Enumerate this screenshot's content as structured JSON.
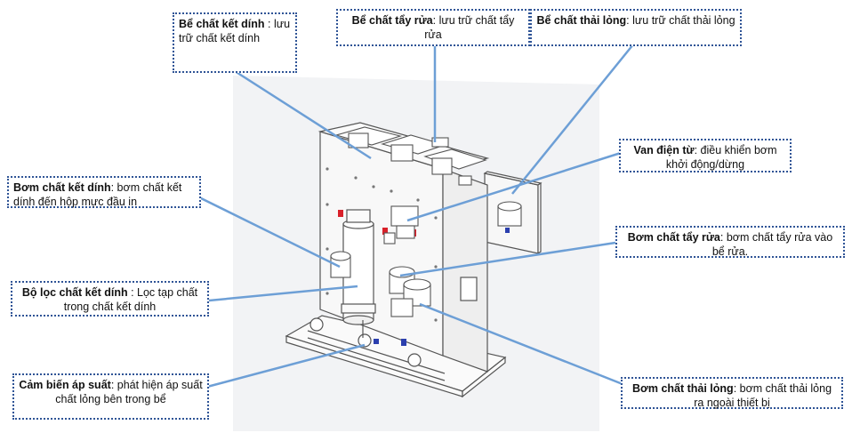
{
  "callouts": [
    {
      "id": "adhesive-tank",
      "term": "Bể chất kết dính",
      "desc": " : lưu trữ chất kết dính"
    },
    {
      "id": "cleaner-tank",
      "term": "Bể chất tẩy rửa",
      "desc": ": lưu trữ chất tẩy rửa"
    },
    {
      "id": "waste-tank",
      "term": "Bể chất thải lỏng",
      "desc": ": lưu trữ chất thải lỏng"
    },
    {
      "id": "solenoid-valve",
      "term": "Van điện từ",
      "desc": ": điều khiển bơm khởi động/dừng"
    },
    {
      "id": "adhesive-pump",
      "term": "Bơm chất kết dính",
      "desc": ": bơm chất kết dính đến hộp mực đầu in"
    },
    {
      "id": "cleaner-pump",
      "term": "Bơm chất tẩy rửa",
      "desc": ": bơm chất tẩy rửa vào bể rửa."
    },
    {
      "id": "adhesive-filter",
      "term": "Bộ lọc chất kết dính",
      "desc": " : Lọc tạp chất trong chất kết dính"
    },
    {
      "id": "waste-pump",
      "term": "Bơm chất thải lỏng",
      "desc": ": bơm chất thải lỏng ra ngoài thiết bị"
    },
    {
      "id": "pressure-sensor",
      "term": "Cảm biến áp suất",
      "desc": ": phát hiện áp suất chất lỏng bên trong bể"
    }
  ],
  "colors": {
    "leader": "#6d9fd6",
    "border": "#2f5496",
    "machine": "#555555",
    "panel": "#f4f4f4"
  }
}
